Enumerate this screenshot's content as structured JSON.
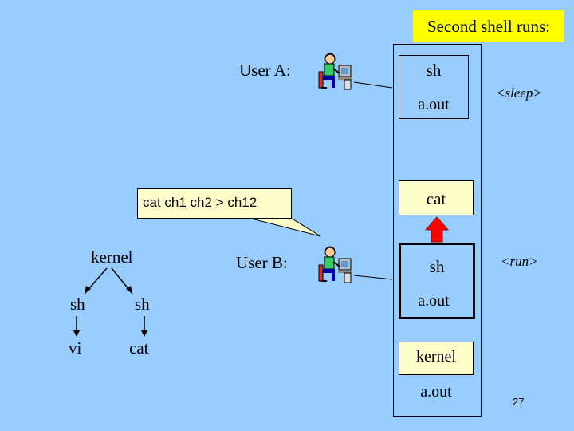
{
  "title": "Second shell runs:",
  "user_a": {
    "label": "User A:",
    "icon": "user-at-computer-icon"
  },
  "user_b": {
    "label": "User B:",
    "icon": "user-at-computer-icon"
  },
  "callout_command": "cat  ch1 ch2 > ch12",
  "process_a": {
    "line1": "sh",
    "line2": "a.out",
    "state": "<sleep>"
  },
  "process_cat": "cat",
  "process_b": {
    "line1": "sh",
    "line2": "a.out",
    "state": "<run>"
  },
  "process_kernel": {
    "line1": "kernel",
    "line2": "a.out"
  },
  "tree": {
    "root": "kernel",
    "left_child": "sh",
    "right_child": "sh",
    "left_grandchild": "vi",
    "right_grandchild": "cat"
  },
  "page_number": "27",
  "colors": {
    "background": "#99ccff",
    "title_bg": "#ffff00",
    "highlight_box": "#ffffcc",
    "arrow": "#ff0000"
  }
}
